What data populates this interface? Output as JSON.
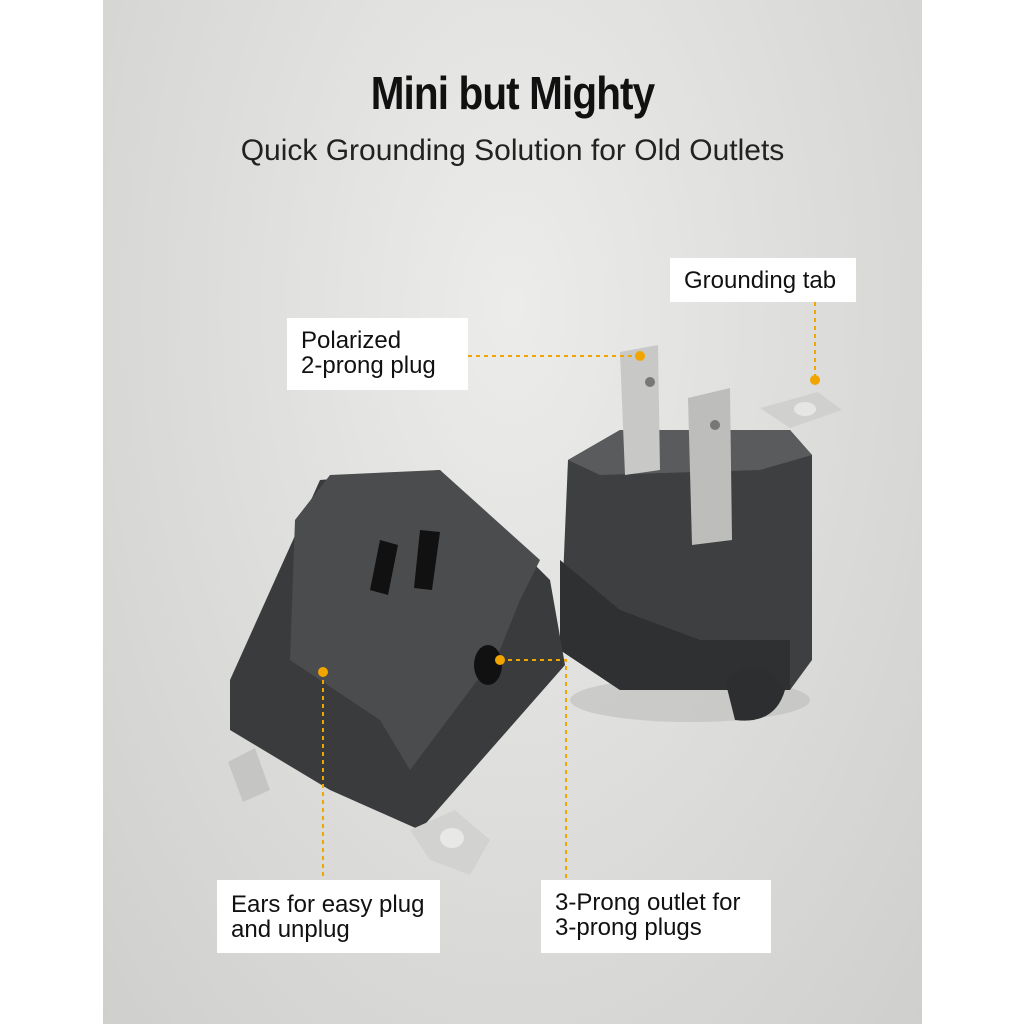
{
  "header": {
    "title": "Mini but Mighty",
    "subtitle": "Quick Grounding Solution for Old Outlets"
  },
  "callouts": {
    "grounding_tab": "Grounding tab",
    "polarized_plug": [
      "Polarized",
      "2-prong plug"
    ],
    "ears": [
      "Ears for easy plug",
      "and unplug"
    ],
    "outlet": [
      "3-Prong outlet for",
      "3-prong plugs"
    ]
  },
  "colors": {
    "accent": "#f0a500",
    "body": "#3a3b3d",
    "metal": "#c9c9c9"
  }
}
